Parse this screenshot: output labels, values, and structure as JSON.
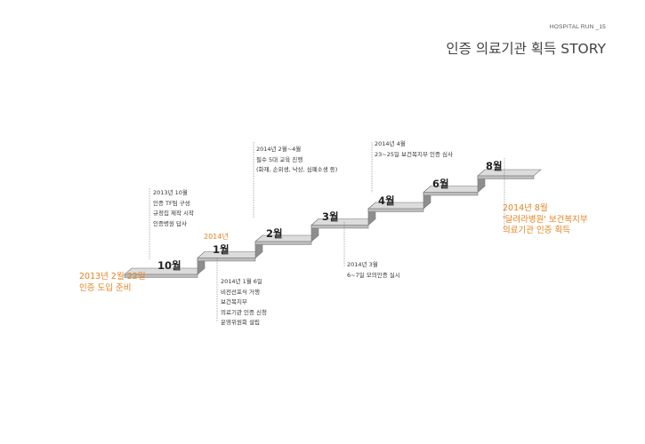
{
  "header": {
    "running_title": "HOSPITAL RUN _15",
    "title": "인증 의료기관 획득 STORY"
  },
  "colors": {
    "accent": "#e5821e",
    "step_top": "#dcdcdc",
    "step_riser": "#8e8e8e",
    "text": "#333333"
  },
  "steps": [
    {
      "label": "10월"
    },
    {
      "label": "1월"
    },
    {
      "label": "2월"
    },
    {
      "label": "3월"
    },
    {
      "label": "4월"
    },
    {
      "label": "6월"
    },
    {
      "label": "8월"
    }
  ],
  "year_tag": "2014년",
  "notes": {
    "oct2013": [
      "2013년 10월",
      "인증 TF팀 구성",
      "규정집 제작 시작",
      "인증병원 답사"
    ],
    "feb2014": [
      "2014년 2월~4월",
      "필수 5대 교육 진행",
      "(화재, 손위생, 낙상, 심폐소생 등)"
    ],
    "apr2014": [
      "2014년 4월",
      "23~25일  보건복지부 인증 심사"
    ],
    "jan2014": [
      "2014년 1월 6일",
      "비전선포식 거행",
      "보건복지부",
      "의료기관 인증 신청",
      "운영위원회 설립"
    ],
    "mar2014": [
      "2014년 3월",
      "6~7일 모의인증 실시"
    ]
  },
  "milestones": {
    "start": [
      "2013년 2월 22일",
      "인증 도입 준비"
    ],
    "end": [
      "2014년 8월",
      "'달려라병원' 보건복지부",
      "의료기관 인증 획득"
    ]
  }
}
